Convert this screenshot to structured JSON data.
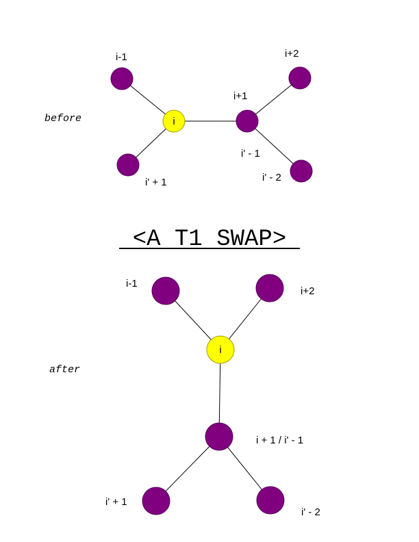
{
  "captions": {
    "before": "before",
    "after": "after"
  },
  "title": "<A T1 SWAP>",
  "before": {
    "center": "i",
    "labels": {
      "i_minus_1": "i-1",
      "i_plus_2": "i+2",
      "i_plus_1": "i+1",
      "i_prime_minus_1": "i' - 1",
      "i_prime_minus_2": "i' - 2",
      "i_prime_plus_1": "i' + 1"
    }
  },
  "after": {
    "center": "i",
    "labels": {
      "i_minus_1": "i-1",
      "i_plus_2": "i+2",
      "merged": "i + 1 / i' - 1",
      "i_prime_plus_1": "i' + 1",
      "i_prime_minus_2": "i' - 2"
    }
  },
  "colors": {
    "node": "#800080",
    "center": "#ffff00",
    "edge": "#000000"
  }
}
